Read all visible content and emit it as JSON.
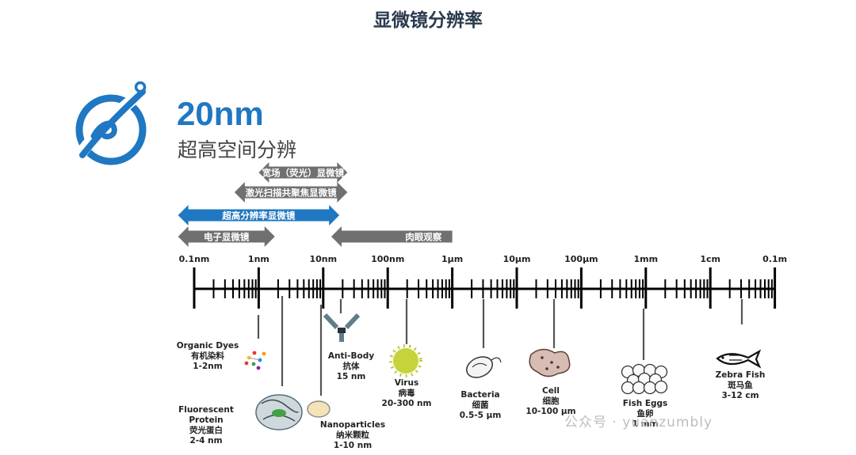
{
  "page": {
    "title": "显微镜分辨率",
    "headline": "20nm",
    "subheadline": "超高空间分辨"
  },
  "brand_color": "#1f78c1",
  "icons": {
    "logo": "orbit-planet-logo-icon"
  },
  "ranges": [
    {
      "label": "宽场（荧光）显微镜",
      "from": 1,
      "to": 2.375,
      "color": "#707070"
    },
    {
      "label": "激光扫描共聚焦显微镜",
      "from": 0.625,
      "to": 2.375,
      "color": "#707070"
    },
    {
      "label": "超高分辨率显微镜",
      "from": -0.25,
      "to": 2.25,
      "color": "#1f78c1"
    },
    {
      "label": "电子显微镜",
      "from": -0.25,
      "to": 1.25,
      "color": "#707070"
    },
    {
      "label": "肉眼观察",
      "from": 2.125,
      "to": 4,
      "color": "#707070"
    }
  ],
  "scale": {
    "labels": [
      "0.1nm",
      "1nm",
      "10nm",
      "100nm",
      "1μm",
      "10μm",
      "100μm",
      "1mm",
      "1cm",
      "0.1m"
    ]
  },
  "objects": [
    {
      "lines": [
        "Organic Dyes",
        "有机染料",
        "1-2nm"
      ],
      "icon": "dye-molecule-icon"
    },
    {
      "lines": [
        "Fluorescent",
        "Protein",
        "荧光蛋白",
        "2-4 nm"
      ],
      "icon": "protein-structure-icon"
    },
    {
      "lines": [
        "Nanoparticles",
        "纳米颗粒",
        "1-10 nm"
      ],
      "icon": "nanoparticle-icon"
    },
    {
      "lines": [
        "Anti-Body",
        "抗体",
        "15 nm"
      ],
      "icon": "antibody-icon"
    },
    {
      "lines": [
        "Virus",
        "病毒",
        "20-300 nm"
      ],
      "icon": "virus-icon"
    },
    {
      "lines": [
        "Bacteria",
        "细菌",
        "0.5-5 μm"
      ],
      "icon": "bacterium-icon"
    },
    {
      "lines": [
        "Cell",
        "细胞",
        "10-100 μm"
      ],
      "icon": "cell-icon"
    },
    {
      "lines": [
        "Fish Eggs",
        "鱼卵",
        "1 mm"
      ],
      "icon": "fish-eggs-icon"
    },
    {
      "lines": [
        "Zebra Fish",
        "斑马鱼",
        "3-12 cm"
      ],
      "icon": "fish-icon"
    }
  ],
  "watermark": "公众号 · yuanzumbly"
}
